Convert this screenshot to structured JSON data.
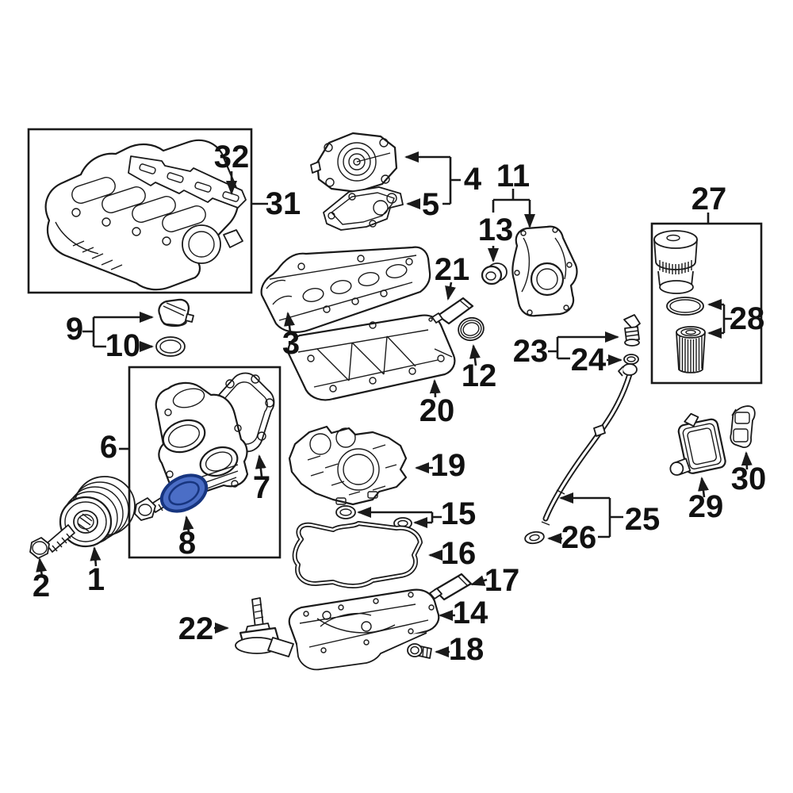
{
  "diagram": {
    "type": "exploded-parts-diagram",
    "background": "#ffffff",
    "line_color": "#1a1a1a",
    "highlight": {
      "callout": "8",
      "fill": "#4b6ec6",
      "stroke": "#17357f"
    },
    "callouts": {
      "1": "1",
      "2": "2",
      "3": "3",
      "4": "4",
      "5": "5",
      "6": "6",
      "7": "7",
      "8": "8",
      "9": "9",
      "10": "10",
      "11": "11",
      "12": "12",
      "13": "13",
      "14": "14",
      "15": "15",
      "16": "16",
      "17": "17",
      "18": "18",
      "19": "19",
      "20": "20",
      "21": "21",
      "22": "22",
      "23": "23",
      "24": "24",
      "25": "25",
      "26": "26",
      "27": "27",
      "28": "28",
      "29": "29",
      "30": "30",
      "31": "31",
      "32": "32"
    }
  }
}
